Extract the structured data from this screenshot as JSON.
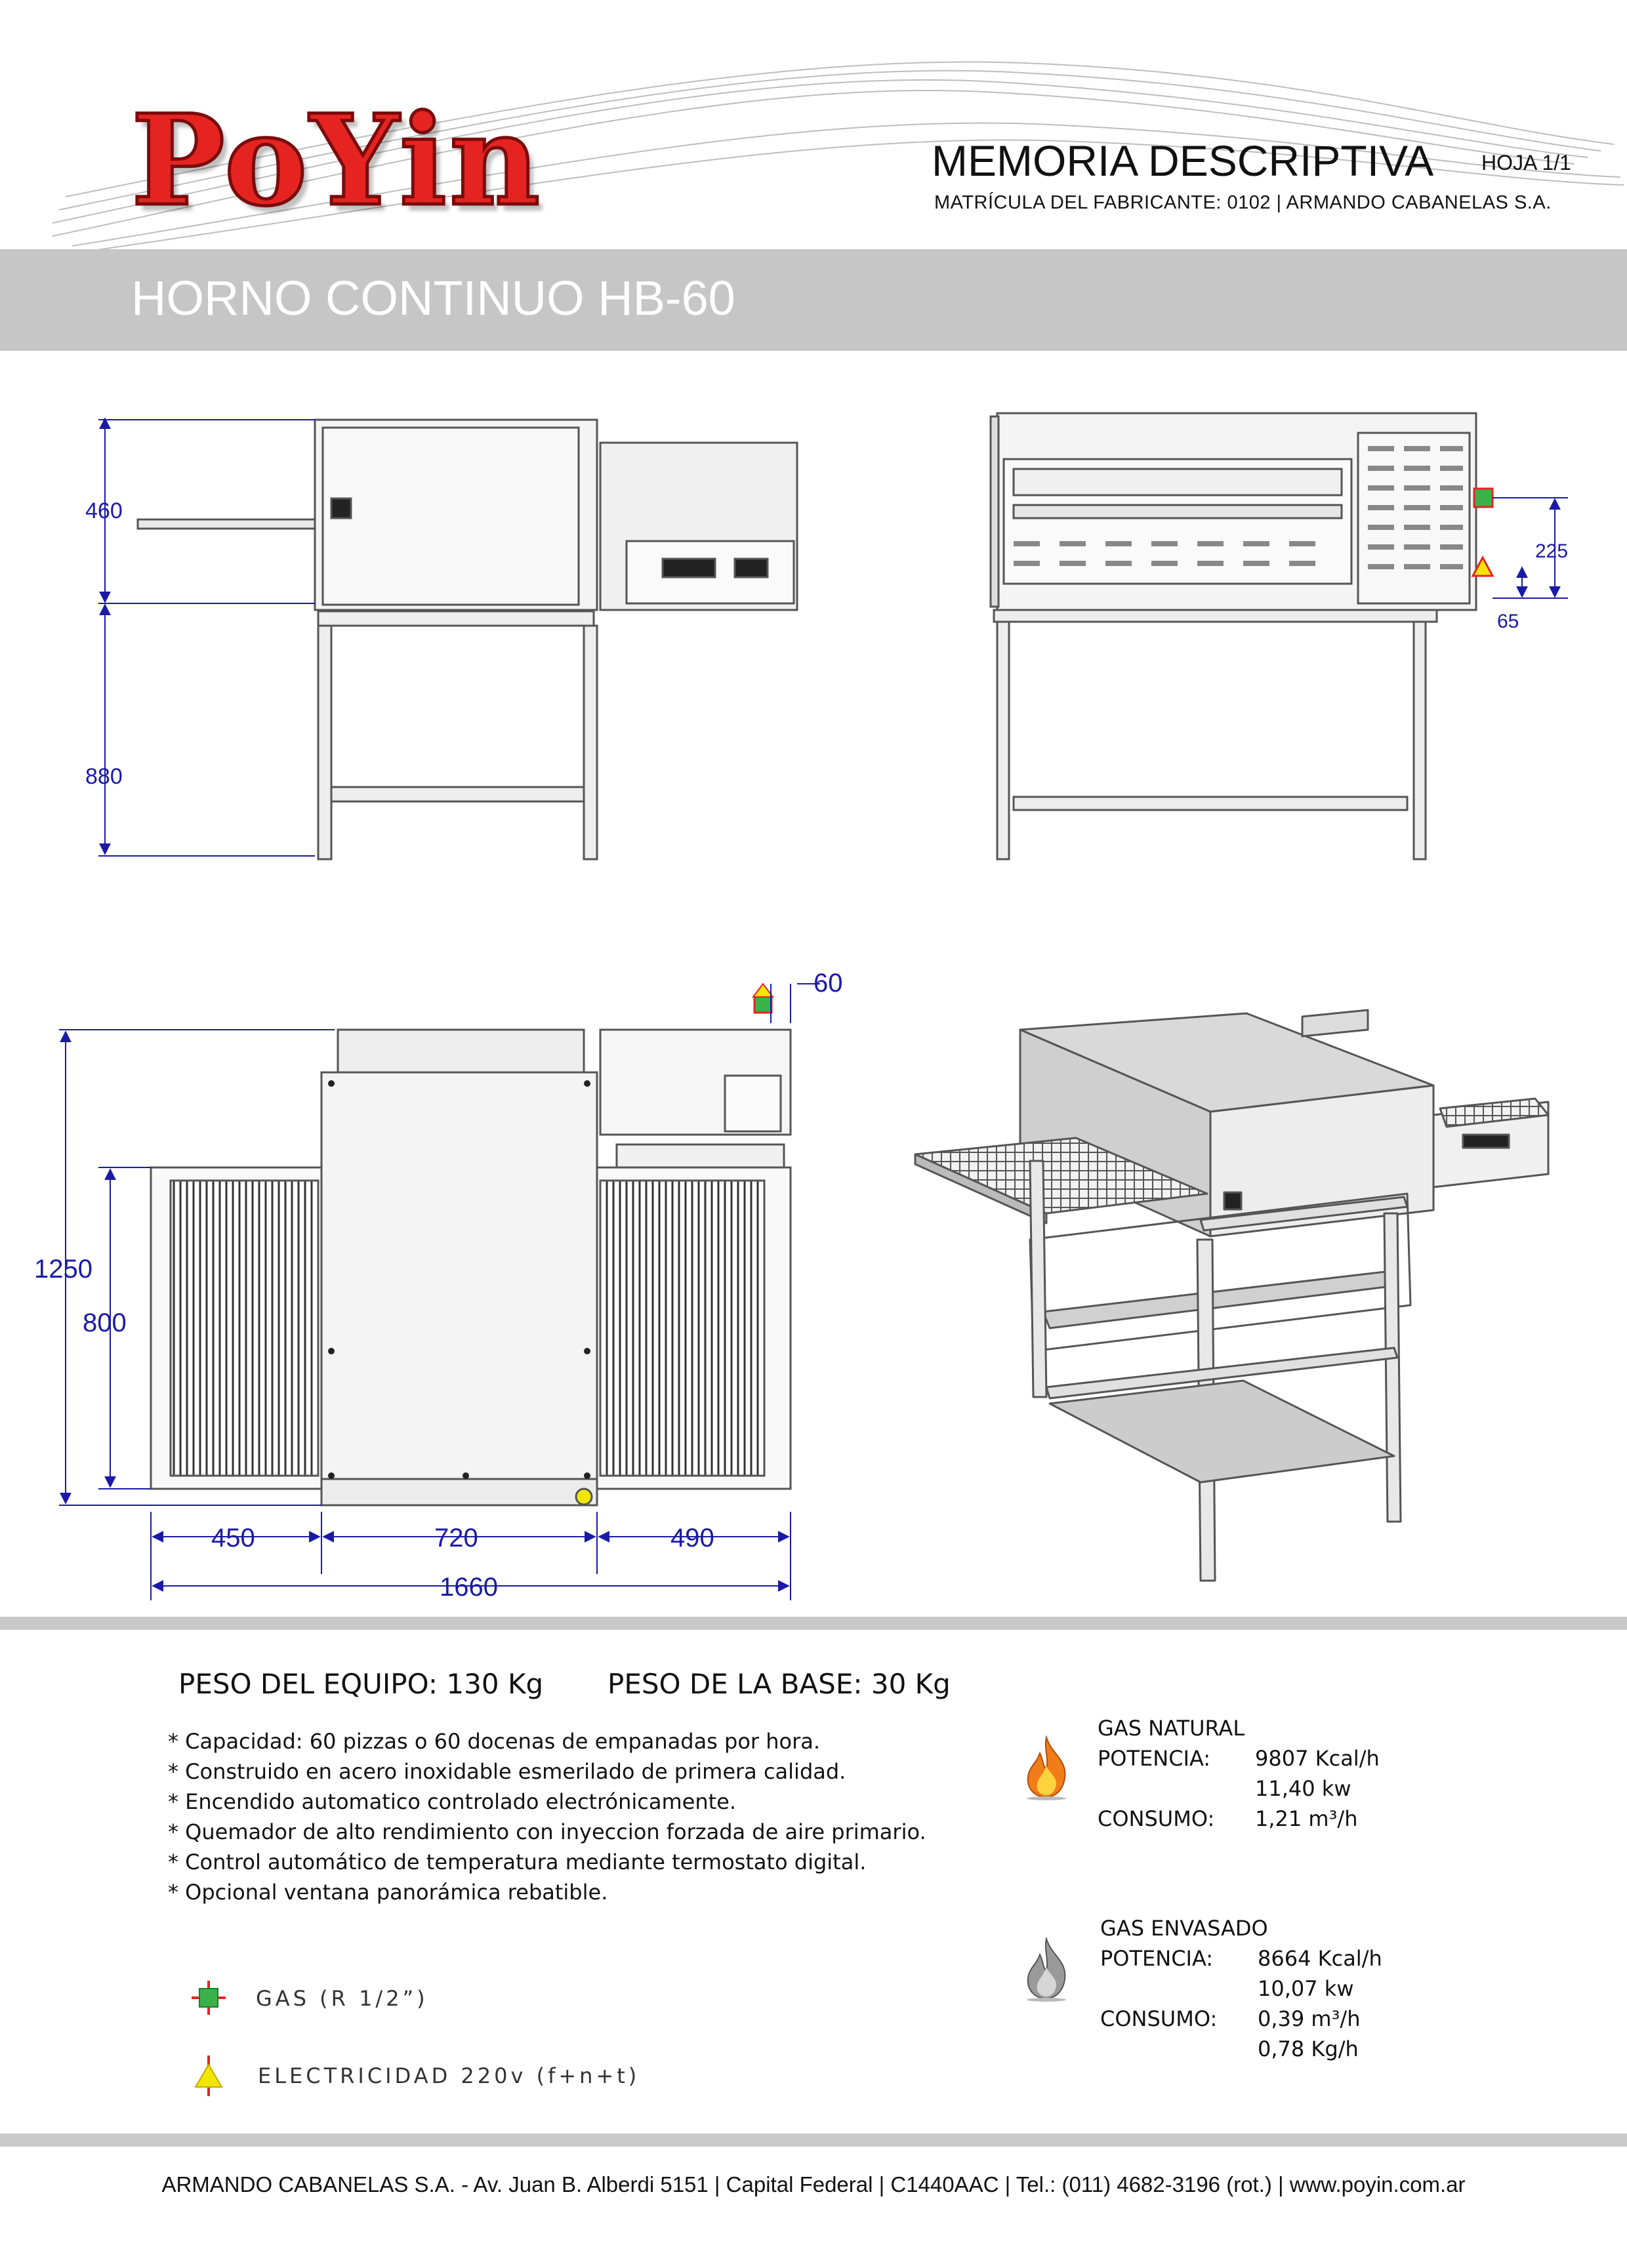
{
  "header": {
    "logo_text": "PoYin",
    "doc_title": "MEMORIA DESCRIPTIVA",
    "sheet": "HOJA 1/1",
    "maker_line": "MATRÍCULA DEL FABRICANTE:   0102  |  ARMANDO CABANELAS S.A."
  },
  "title": "HORNO CONTINUO HB-60",
  "dimensions": {
    "front_top_height": "460",
    "front_leg_height": "880",
    "side_gas_height": "225",
    "side_elec_height": "65",
    "plan_gas_offset": "60",
    "plan_depth_total": "1250",
    "plan_belt_depth": "800",
    "plan_width_left": "450",
    "plan_width_center": "720",
    "plan_width_right": "490",
    "plan_width_total": "1660"
  },
  "weights": {
    "equipment": "PESO DEL EQUIPO: 130 Kg",
    "base": "PESO DE LA BASE: 30 Kg"
  },
  "features": [
    "* Capacidad: 60 pizzas o 60 docenas de empanadas por hora.",
    "* Construido en acero inoxidable esmerilado de primera calidad.",
    "* Encendido automatico controlado electrónicamente.",
    "* Quemador de alto rendimiento con inyeccion forzada de aire primario.",
    "* Control automático de temperatura mediante termostato digital.",
    "* Opcional ventana panorámica rebatible."
  ],
  "gas_natural": {
    "title": "GAS NATURAL",
    "power_label": "POTENCIA:",
    "power_kcal": "9807 Kcal/h",
    "power_kw": "11,40 kw",
    "consumption_label": "CONSUMO:",
    "consumption_m3": "1,21 m³/h"
  },
  "gas_envasado": {
    "title": "GAS ENVASADO",
    "power_label": "POTENCIA:",
    "power_kcal": "8664 Kcal/h",
    "power_kw": "10,07 kw",
    "consumption_label": "CONSUMO:",
    "consumption_m3": "0,39 m³/h",
    "consumption_kg": "0,78 Kg/h"
  },
  "legend": {
    "gas": "GAS (R 1/2”)",
    "electricity": "ELECTRICIDAD  220v (f+n+t)"
  },
  "footer": "ARMANDO CABANELAS S.A.  -   Av. Juan B. Alberdi 5151  |  Capital Federal  |  C1440AAC  |  Tel.: (011) 4682-3196 (rot.)  |  www.poyin.com.ar",
  "colors": {
    "logo_red": "#e52421",
    "band_gray": "#c6c6c6",
    "dimension_blue": "#1a1aa6",
    "flame_orange": "#f07d1a",
    "gas_green": "#3bb14a",
    "electric_yellow": "#f2e600",
    "marker_red": "#e52421"
  },
  "icons": [
    "fire-icon",
    "gray-fire-icon",
    "gas-connection-icon",
    "electricity-connection-icon"
  ]
}
